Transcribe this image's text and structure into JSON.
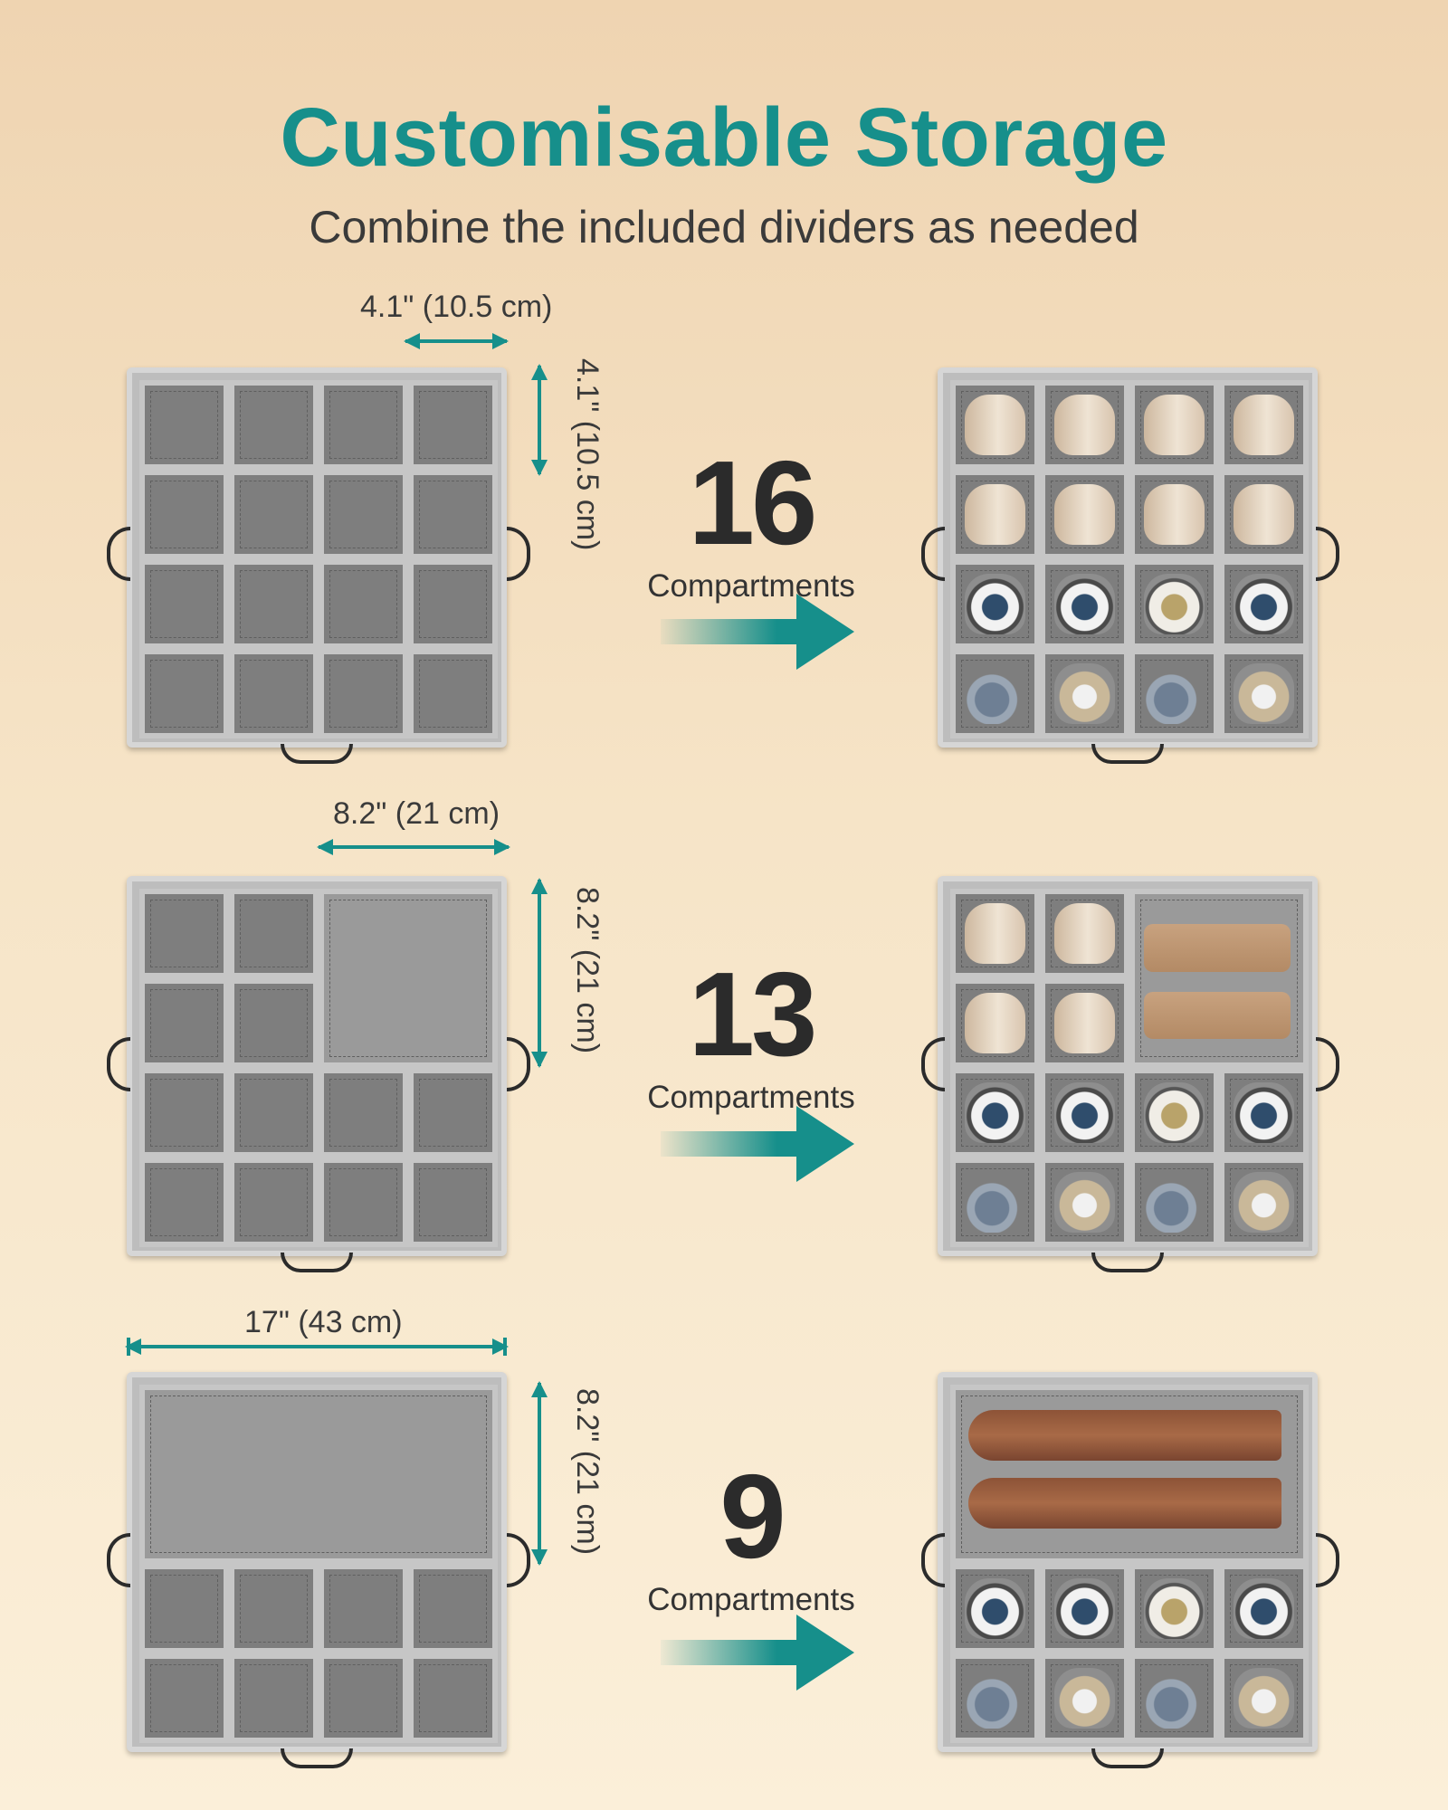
{
  "header": {
    "title": "Customisable Storage",
    "subtitle": "Combine the included dividers as needed"
  },
  "rows": [
    {
      "width_label": "4.1\" (10.5 cm)",
      "height_label": "4.1\" (10.5 cm)",
      "count": "16",
      "count_label": "Compartments"
    },
    {
      "width_label": "8.2\" (21 cm)",
      "height_label": "8.2\" (21 cm)",
      "count": "13",
      "count_label": "Compartments"
    },
    {
      "width_label": "17\" (43 cm)",
      "height_label": "8.2\" (21 cm)",
      "count": "9",
      "count_label": "Compartments"
    }
  ],
  "colors": {
    "accent": "#168f8b",
    "text": "#3a3a3a",
    "box": "#8e8e8e"
  },
  "icons": [
    "double-arrow-icon",
    "right-arrow-icon",
    "handle-icon"
  ]
}
